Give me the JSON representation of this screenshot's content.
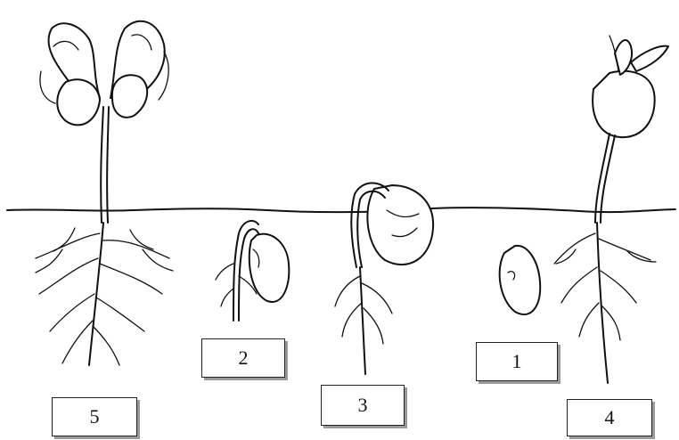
{
  "stages": [
    {
      "id": "stage-1",
      "label": "1"
    },
    {
      "id": "stage-2",
      "label": "2"
    },
    {
      "id": "stage-3",
      "label": "3"
    },
    {
      "id": "stage-4",
      "label": "4"
    },
    {
      "id": "stage-5",
      "label": "5"
    }
  ]
}
